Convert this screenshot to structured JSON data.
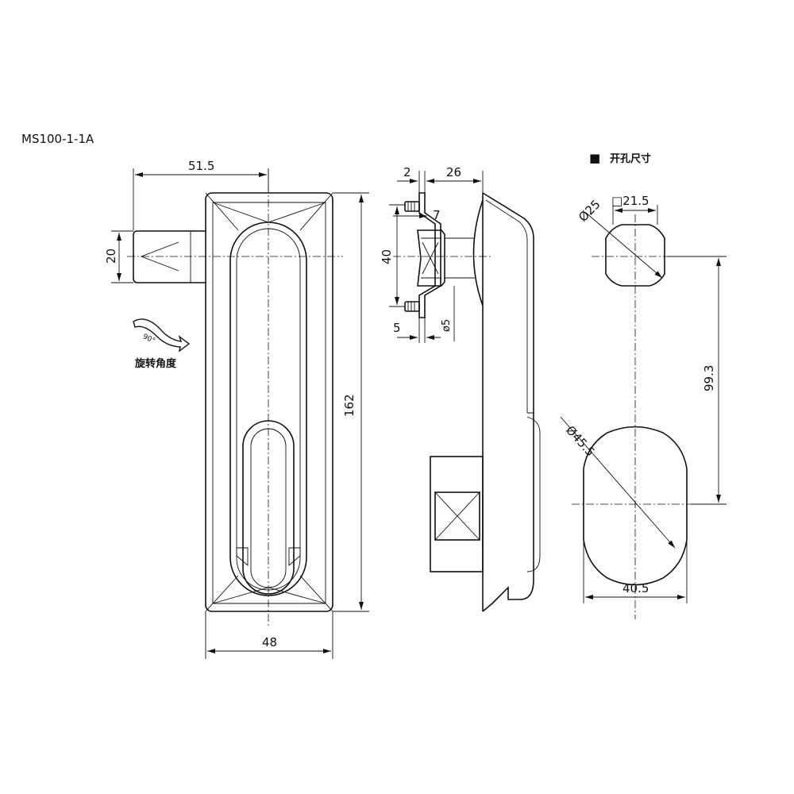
{
  "model": "MS100-1-1A",
  "legend": {
    "bullet": "■",
    "text": "开孔尺寸"
  },
  "rotation": {
    "angle": "90°",
    "label": "旋转角度"
  },
  "front_view": {
    "width": "48",
    "height": "162",
    "offset": "51.5",
    "tongue_height": "20"
  },
  "side_view": {
    "d_2": "2",
    "d_26": "26",
    "d_7": "7",
    "d_40": "40",
    "d_5": "5",
    "d_phi5": "ø5"
  },
  "cutout": {
    "square": "□21.5",
    "small_dia": "Ø25",
    "pitch": "99.3",
    "large_dia": "Ø45.5",
    "flat_width": "40.5"
  }
}
